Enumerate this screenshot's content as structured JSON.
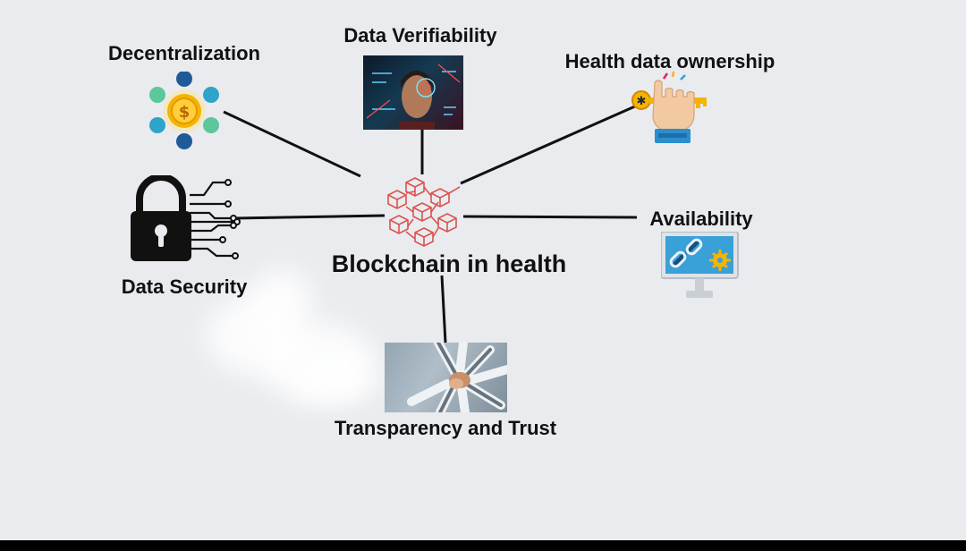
{
  "diagram": {
    "center_label": "Blockchain in health",
    "nodes": [
      {
        "id": "decentralization",
        "label": "Decentralization",
        "icon": "decentralized-coin-network-icon"
      },
      {
        "id": "data-verifiability",
        "label": "Data Verifiability",
        "icon": "face-scan-photo-icon"
      },
      {
        "id": "health-data-ownership",
        "label": "Health data ownership",
        "icon": "hand-holding-key-icon"
      },
      {
        "id": "availability",
        "label": "Availability",
        "icon": "monitor-link-gear-icon"
      },
      {
        "id": "transparency-and-trust",
        "label": "Transparency and Trust",
        "icon": "team-hands-stack-photo-icon"
      },
      {
        "id": "data-security",
        "label": "Data Security",
        "icon": "padlock-circuit-icon"
      }
    ],
    "colors": {
      "background": "#e9ebee",
      "connector": "#111111",
      "blockchain_icon": "#d9534f"
    }
  }
}
